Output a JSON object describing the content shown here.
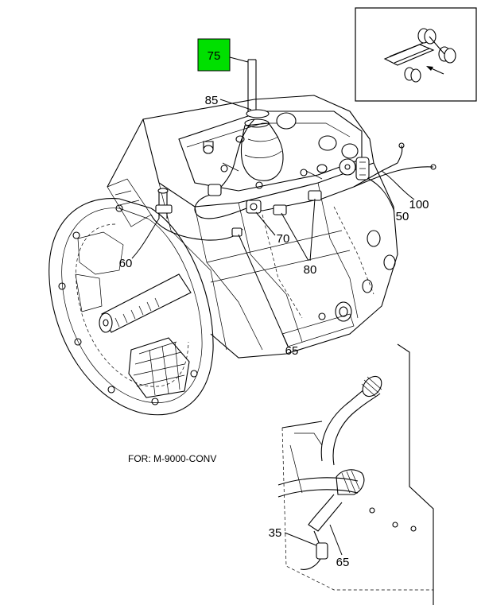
{
  "callouts": {
    "c75": "75",
    "c85": "85",
    "c100": "100",
    "c50": "50",
    "c70": "70",
    "c60": "60",
    "c80": "80",
    "c65_main": "65",
    "c35": "35",
    "c65_detail": "65"
  },
  "note": "FOR: M-9000-CONV",
  "colors": {
    "highlight": "#00e000",
    "line": "#000000",
    "background": "#ffffff"
  }
}
